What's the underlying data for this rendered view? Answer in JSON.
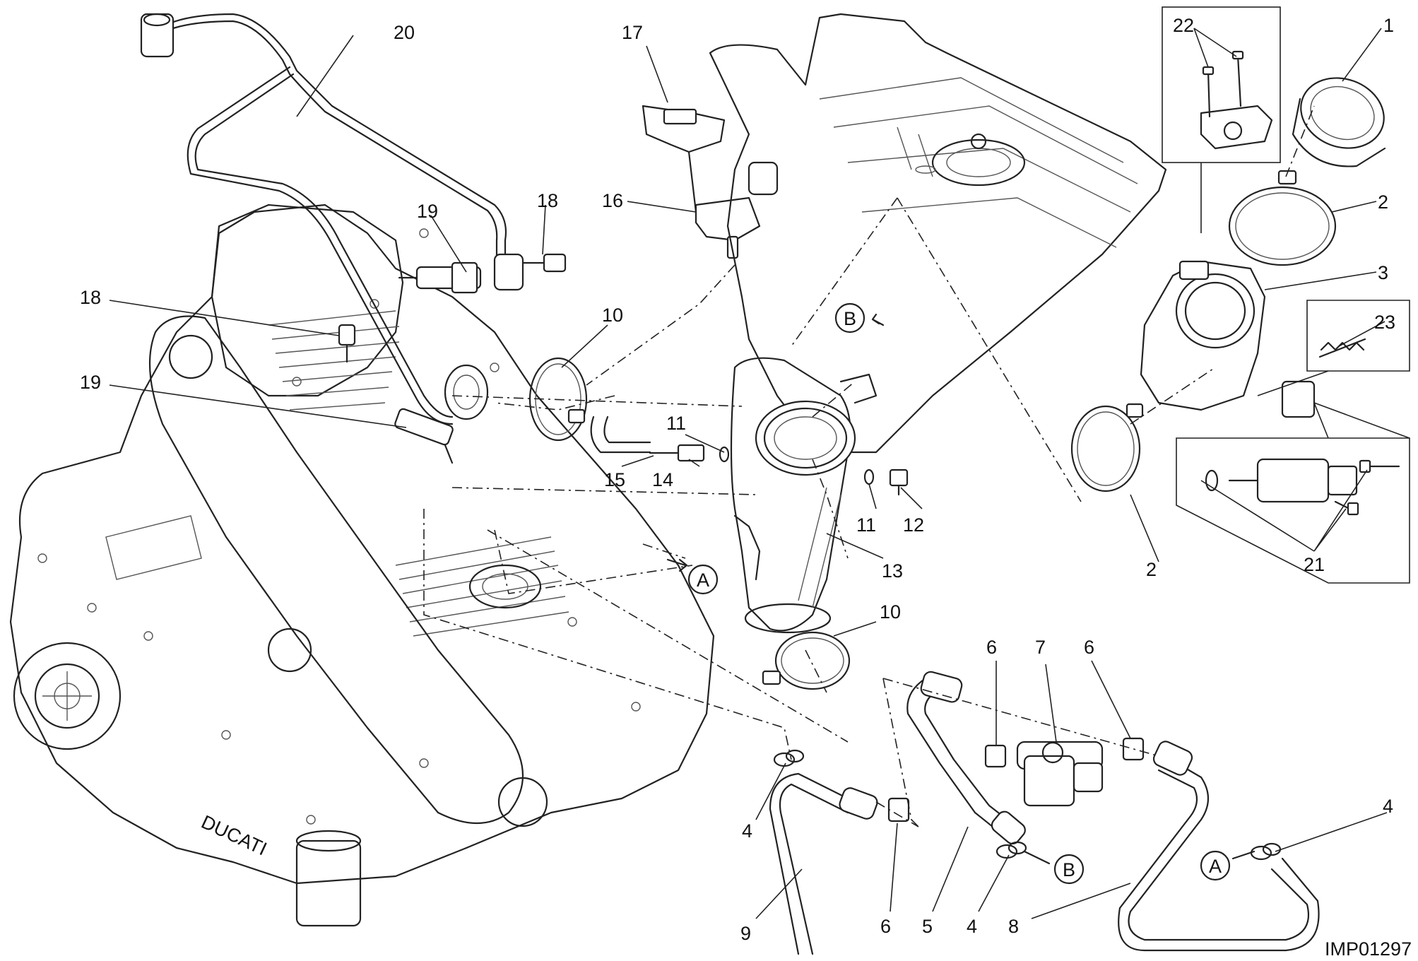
{
  "callouts": {
    "c1": "1",
    "c2a": "2",
    "c2b": "2",
    "c3": "3",
    "c4a": "4",
    "c4b": "4",
    "c4c": "4",
    "c5": "5",
    "c6a": "6",
    "c6b": "6",
    "c6c": "6",
    "c7": "7",
    "c8": "8",
    "c9": "9",
    "c10a": "10",
    "c10b": "10",
    "c11a": "11",
    "c11b": "11",
    "c12": "12",
    "c13": "13",
    "c14": "14",
    "c15": "15",
    "c16": "16",
    "c17": "17",
    "c18a": "18",
    "c18b": "18",
    "c19a": "19",
    "c19b": "19",
    "c20": "20",
    "c21": "21",
    "c22": "22",
    "c23": "23"
  },
  "markers": {
    "a1": "A",
    "a2": "A",
    "b1": "B",
    "b2": "B"
  },
  "drawing_code": "IMP01297",
  "engine_label": "DUCATI"
}
